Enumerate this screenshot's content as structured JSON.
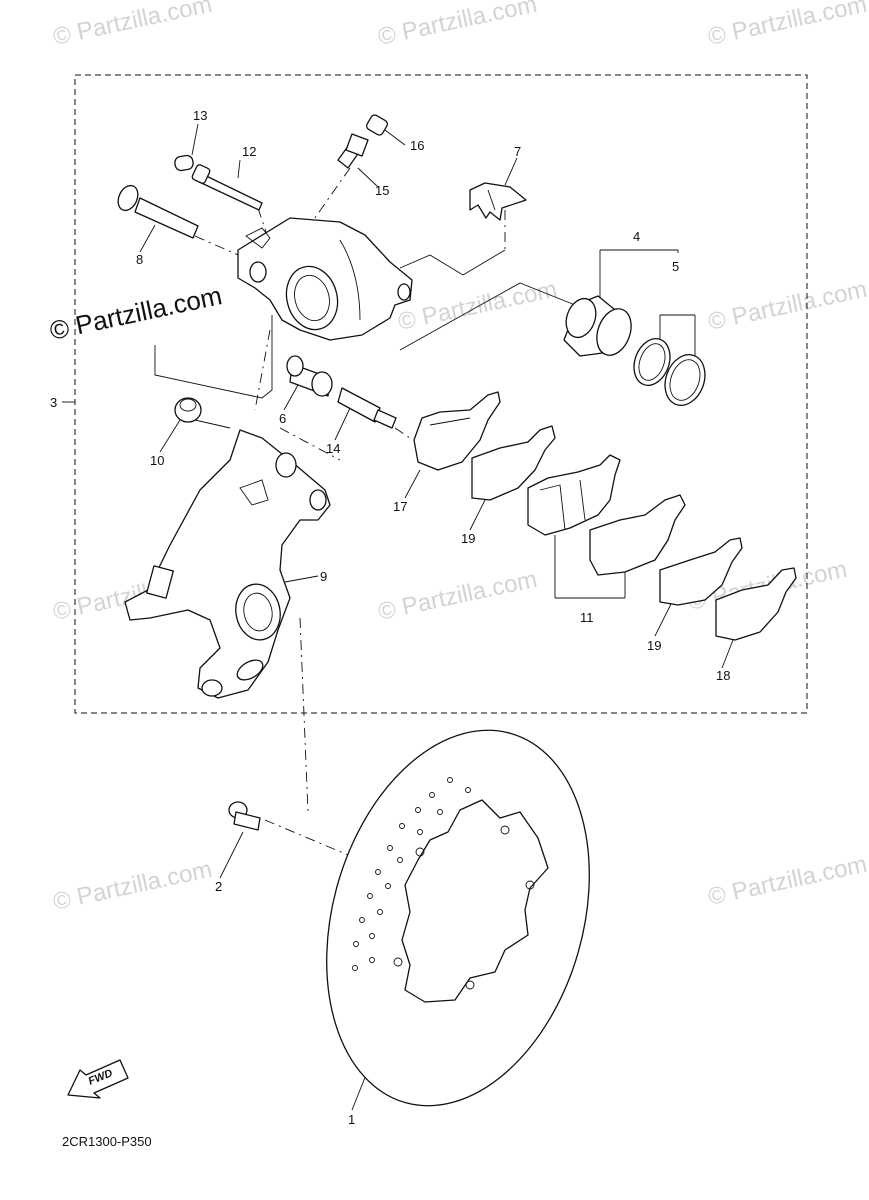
{
  "watermarks": {
    "small": "© Partzilla.com",
    "prominent": "© Partzilla.com"
  },
  "callouts": [
    "1",
    "2",
    "3",
    "4",
    "5",
    "6",
    "7",
    "8",
    "9",
    "10",
    "11",
    "12",
    "13",
    "14",
    "15",
    "16",
    "17",
    "18",
    "19",
    "19"
  ],
  "fwd_label": "FWD",
  "diagram_code": "2CR1300-P350"
}
